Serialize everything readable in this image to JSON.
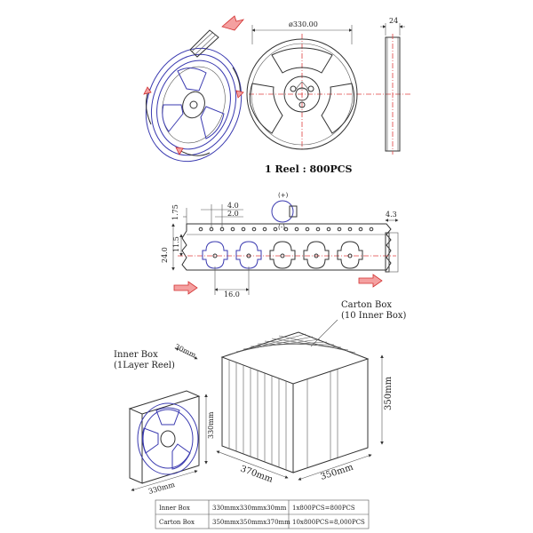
{
  "reel": {
    "diameter_label": "ø330.00",
    "width_label": "24",
    "caption": "1 Reel : 800PCS"
  },
  "tape": {
    "pitch_label": "4.0",
    "hole_label": "2.0",
    "edge_label": "1.75",
    "offset_label": "11.5",
    "width_label": "24.0",
    "pocket_pitch_label": "16.0",
    "thickness_label": "4.3",
    "plus_label": "(+)",
    "minus_label": "(-)"
  },
  "carton": {
    "title_line1": "Carton Box",
    "title_line2": "(10 Inner Box)",
    "height_label": "350mm",
    "depth_label": "370mm",
    "width_label": "350mm"
  },
  "inner": {
    "title_line1": "Inner Box",
    "title_line2": "(1Layer Reel)",
    "thickness_label": "30mm",
    "height_label": "330mm",
    "width_label": "330mm"
  },
  "table": {
    "rows": [
      {
        "name": "Inner Box",
        "size": "330mmx330mmx30mm",
        "qty": "1x800PCS=800PCS"
      },
      {
        "name": "Carton Box",
        "size": "350mmx350mmx370mm",
        "qty": "10x800PCS=8,000PCS"
      }
    ]
  }
}
